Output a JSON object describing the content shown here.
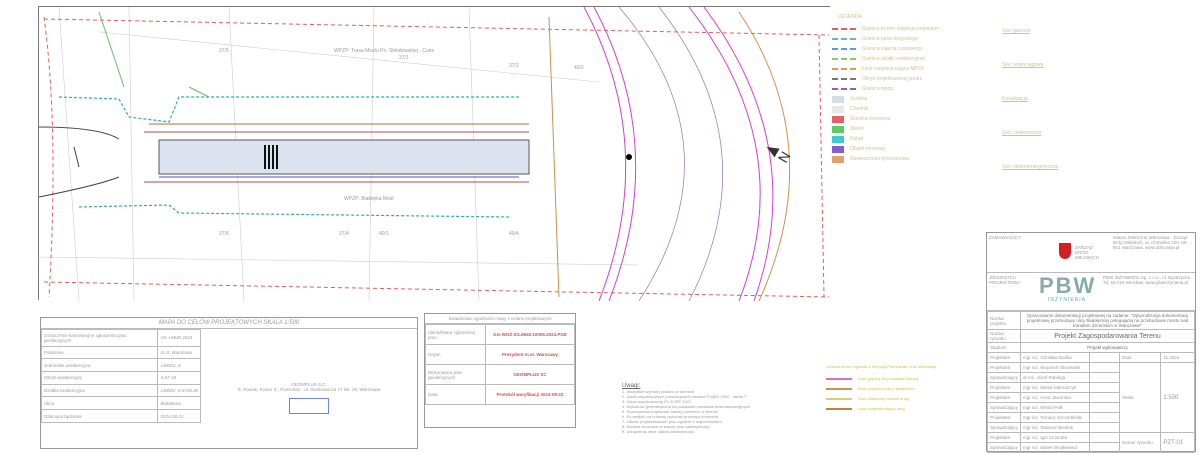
{
  "map": {
    "parcels": [
      "37/5",
      "37/6",
      "37/4",
      "37/1",
      "40/1",
      "40/2",
      "40/4",
      "37/2"
    ],
    "labels": [
      "WPZP: Trasa Mostu Pn. Skłodowskiej - Curie",
      "WPZP: Białołęka Most"
    ],
    "north": "N"
  },
  "legend": {
    "title": "LEGENDA",
    "items": [
      {
        "label": "Granica terenu objętego projektem",
        "color": "#e0605a"
      },
      {
        "label": "Granica pasa drogowego",
        "color": "#5fb8d0"
      },
      {
        "label": "Granica zajęcia czasowego",
        "color": "#5a9fd0"
      },
      {
        "label": "Granica działki ewidencyjnej",
        "color": "#8cc870"
      },
      {
        "label": "Linia rozgraniczająca MPZP",
        "color": "#d0a050"
      },
      {
        "label": "Obrys projektowanej jezdni",
        "color": "#777777"
      },
      {
        "label": "Granica mpzp",
        "color": "#9060c0"
      }
    ],
    "fills": [
      {
        "label": "Jezdnia",
        "color": "#d8dce8"
      },
      {
        "label": "Chodnik",
        "color": "#e8e8e8"
      },
      {
        "label": "Ścieżka rowerowa",
        "color": "#e86060"
      },
      {
        "label": "Zieleń",
        "color": "#60cc60"
      },
      {
        "label": "Kanał",
        "color": "#40c8d0"
      },
      {
        "label": "Obiekt mostowy",
        "color": "#8060d0"
      },
      {
        "label": "Nawierzchnia tymczasowa",
        "color": "#e0a070"
      }
    ],
    "right_sections": [
      "Sieć gazowa",
      "Sieć wodociągowa",
      "Kanalizacja",
      "Sieć ciepłownicza",
      "Sieć elektroenergetyczna"
    ]
  },
  "mapa": {
    "title": "MAPA DO CELÓW PROJEKTOWYCH SKALA 1:500",
    "rows": [
      [
        "Oznaczenie kancelaryjne zgłoszenia prac geodezyjnych",
        "GK-I.6640.2024"
      ],
      [
        "Położenie",
        "m.st. Warszawa"
      ],
      [
        "Jednostka ewidencyjna",
        "146502_8"
      ],
      [
        "Obręb ewidencyjny",
        "4-07-18"
      ],
      [
        "Działka ewidencyjna",
        "146502_8.0718.36"
      ],
      [
        "Ulica",
        "Białołęcka"
      ],
      [
        "Data sporządzenia",
        "2024-08-22"
      ]
    ],
    "company": "GEOMPLUS S.C.",
    "company_address": "R. Rusiak, Kosior Z., Pomichan · ul. Sienkiewicza 17 lok. 26, Warszawa"
  },
  "mid": {
    "header": "Świadectwo zgodności mapy z celami projektowymi",
    "rows": [
      [
        "Identyfikator zgłoszenia prac",
        "GG-WOŻ-ZG.6640.10006.2024.PGE"
      ],
      [
        "Organ",
        "Prezydent m.st. Warszawy"
      ],
      [
        "Wykonawca prac geodezyjnych",
        "GEOMPLUS SC"
      ],
      [
        "Data",
        "Protokół weryfikacji 2024-08-22"
      ]
    ]
  },
  "notes": {
    "title": "Uwagi:",
    "items": [
      "1. Wszystkie wymiary podano w metrach.",
      "2. Układ współrzędnych prostokątnych płaskich PUWG 2000 - strefa 7.",
      "3. Układ wysokościowy PL-EVRF 2007.",
      "4. Wysokość geometryczna na podstawie pomiarów inwentaryzacyjnych.",
      "5. Rozwiązania projektowe należy przenieść w terenie.",
      "6. Po wejściu na budowę wykonać przekopy kontrolne.",
      "7. Zakres projektowanych prac zgodnie z uzgodnieniami.",
      "8. Drzewa chronione w trakcie prac zabezpieczyć.",
      "9. Urządzenia obce należy zabezpieczyć."
    ]
  },
  "legend2": {
    "caption": "Granica terenu zgodnie z Decyzją Prezydenta m.st. Warszawy",
    "items": [
      {
        "label": "Linia granicy na podstawie decyzji",
        "color": "#d070d0"
      },
      {
        "label": "Linia projektu wraz z przejściem",
        "color": "#d09050"
      },
      {
        "label": "Linia zabudowy wzdłuż drogi",
        "color": "#d8d070"
      },
      {
        "label": "Linia rozgraniczająca dróg",
        "color": "#c08040"
      }
    ]
  },
  "titleblock": {
    "investor_label": "ZAMAWIAJĄCY",
    "investor": "ZARZĄD DRÓG MIEJSKICH",
    "investor_info": "Miasto Stołeczne Warszawa - Zarząd Dróg Miejskich, ul. Chmielna 120, 00-801 Warszawa, www.zdm.waw.pl",
    "designer_label": "JEDNOSTKA PROJEKTOWA",
    "designer_logo": "PBW",
    "designer_sub": "INŻYNIERIA",
    "designer_info": "PBW INŻYNIERIA Sp. z o.o., ul. Bystrzycka 7d, 54-215 Wrocław, www.pbwinzynieria.pl",
    "project_label": "Nazwa projektu",
    "project": "Opracowanie dokumentacji projektowej na zadanie: \"Optymalizacja dokumentacji projektowej przebudowy ulicy Białołęckiej polegającej na przebudowie mostu nad Kanałem Żerańskim w Warszawie\"",
    "drawing_label": "Nazwa rysunku",
    "drawing": "Projekt Zagospodarowania Terenu",
    "stage_label": "Stadium",
    "stage": "Projekt wykonawczy",
    "date_label": "Data",
    "date": "11.2024",
    "scale_label": "Skala",
    "scale": "1:500",
    "number_label": "Numer rysunku",
    "number": "PZT-01",
    "people": [
      [
        "Projektant",
        "mgr inż. Zdzisław Budka"
      ],
      [
        "Projektant",
        "mgr inż. Wojciech Olszewski"
      ],
      [
        "Sprawdzający",
        "dr inż. Józef Rabiega"
      ],
      [
        "Projektant",
        "mgr inż. Marek Marmarzyk"
      ],
      [
        "Projektant",
        "mgr inż. Anna Jaworska"
      ],
      [
        "Sprawdzający",
        "mgr inż. Witold Pułk"
      ],
      [
        "Projektant",
        "mgr inż. Tomasz Szczerbiński"
      ],
      [
        "Sprawdzający",
        "mgr inż. Tadeusz Bieniek"
      ],
      [
        "Projektant",
        "mgr inż. Igor Dziomba"
      ],
      [
        "Sprawdzający",
        "mgr inż. Marek Wojtkiewicz"
      ]
    ]
  }
}
